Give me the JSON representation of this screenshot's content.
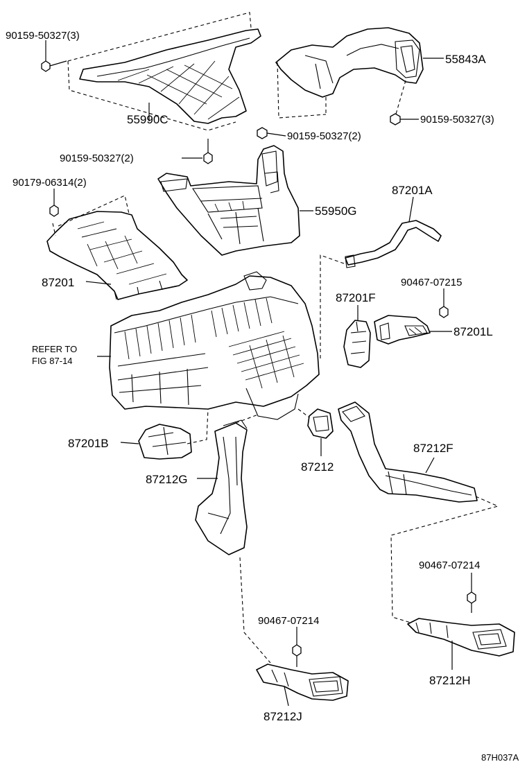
{
  "labels": {
    "bolt_top_left": "90159-50327(3)",
    "p55843A": "55843A",
    "bolt_right_upper": "90159-50327(3)",
    "p55990C": "55990C",
    "bolt_mid": "90159-50327(2)",
    "bolt_left_mid": "90159-50327(2)",
    "screw_90179": "90179-06314(2)",
    "p87201A": "87201A",
    "p55950G": "55950G",
    "p87201": "87201",
    "screw_90467_top": "90467-07215",
    "p87201F": "87201F",
    "p87201L": "87201L",
    "refer_line1": "REFER TO",
    "refer_line2": "FIG 87-14",
    "p87201B": "87201B",
    "p87212F": "87212F",
    "p87212": "87212",
    "p87212G": "87212G",
    "screw_90467_right": "90467-07214",
    "screw_90467_left": "90467-07214",
    "p87212H": "87212H",
    "p87212J": "87212J",
    "figure_code": "87H037A"
  },
  "icons": {
    "bolt": "hex-bolt-icon",
    "screw": "screw-icon"
  }
}
